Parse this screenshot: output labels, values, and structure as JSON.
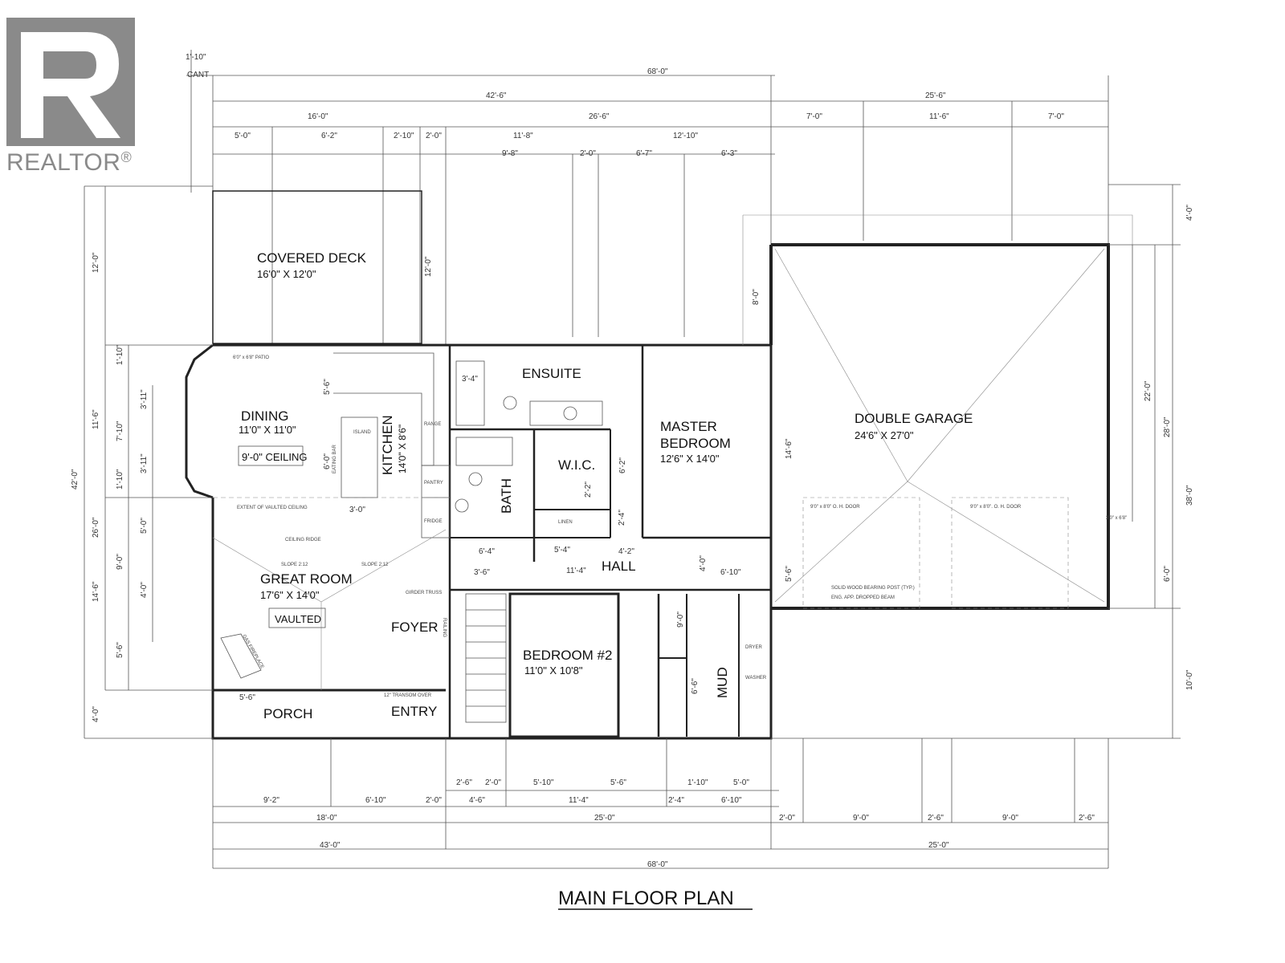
{
  "logo": {
    "word": "REALTOR",
    "mark": "®",
    "icon": "realtor-r-logo"
  },
  "title": "MAIN FLOOR PLAN",
  "rooms": {
    "covered_deck": {
      "name": "COVERED DECK",
      "size": "16'0\" X 12'0\""
    },
    "dining": {
      "name": "DINING",
      "size": "11'0\" X 11'0\"",
      "ceiling": "9'-0\" CEILING"
    },
    "kitchen": {
      "name": "KITCHEN",
      "size": "14'0\" X 8'6\""
    },
    "ensuite": {
      "name": "ENSUITE"
    },
    "master": {
      "name1": "MASTER",
      "name2": "BEDROOM",
      "size": "12'6\" X 14'0\""
    },
    "garage": {
      "name": "DOUBLE GARAGE",
      "size": "24'6\" X 27'0\""
    },
    "wic": {
      "name": "W.I.C."
    },
    "bath": {
      "name": "BATH"
    },
    "hall": {
      "name": "HALL"
    },
    "great": {
      "name": "GREAT ROOM",
      "size": "17'6\" X 14'0\"",
      "vaulted": "VAULTED"
    },
    "foyer": {
      "name": "FOYER"
    },
    "bedroom2": {
      "name": "BEDROOM #2",
      "size": "11'0\" X 10'8\""
    },
    "mud": {
      "name": "MUD"
    },
    "porch": {
      "name": "PORCH"
    },
    "entry": {
      "name": "ENTRY"
    }
  },
  "dims_top": {
    "cant": "1'-10\"",
    "cant_label": "CANT",
    "overall": "68'-0\"",
    "a1": "42'-6\"",
    "a2": "25'-6\"",
    "b1": "16'-0\"",
    "b2": "26'-6\"",
    "b3": "7'-0\"",
    "b4": "11'-6\"",
    "b5": "7'-0\"",
    "c1": "5'-0\"",
    "c2": "6'-2\"",
    "c3": "2'-10\"",
    "c4": "2'-0\"",
    "c5": "11'-8\"",
    "c6": "12'-10\"",
    "d1": "9'-8\"",
    "d2": "2'-0\"",
    "d3": "6'-7\"",
    "d4": "6'-3\""
  },
  "dims_bottom": {
    "r1a": "2'-6\"",
    "r1b": "2'-0\"",
    "r1c": "5'-10\"",
    "r1d": "5'-6\"",
    "r1e": "1'-10\"",
    "r1f": "5'-0\"",
    "r2a": "9'-2\"",
    "r2b": "6'-10\"",
    "r2c": "2'-0\"",
    "r2d": "4'-6\"",
    "r2e": "11'-4\"",
    "r2f": "2'-4\"",
    "r2g": "6'-10\"",
    "r3a": "18'-0\"",
    "r3b": "25'-0\"",
    "r3c": "2'-0\"",
    "r3d": "9'-0\"",
    "r3e": "2'-6\"",
    "r3f": "9'-0\"",
    "r3g": "2'-6\"",
    "r4a": "43'-0\"",
    "r4b": "25'-0\"",
    "overall": "68'-0\""
  },
  "dims_left": {
    "overall": "42'-0\"",
    "deck": "12'-0\"",
    "a1": "11'-6\"",
    "a2": "26'-0\"",
    "a3": "14'-6\"",
    "a4": "4'-0\"",
    "b1": "1'-10\"",
    "b2": "7'-10\"",
    "b3": "1'-10\"",
    "b4": "9'-0\"",
    "b5": "5'-6\"",
    "c1": "3'-11\"",
    "c2": "3'-11\"",
    "c3": "5'-0\"",
    "c4": "4'-0\""
  },
  "dims_right": {
    "r1": "4'-0\"",
    "r2": "22'-0\"",
    "r3": "28'-0\"",
    "r4": "38'-0\"",
    "r5": "6'-0\"",
    "r6": "10'-0\""
  },
  "dims_inner": {
    "deck_side": "12'-0\"",
    "garage_gap": "8'-0\"",
    "master_h": "14'-6\"",
    "garage_side": "5'-6\"",
    "kit_a": "5'-6\"",
    "kit_b": "6'-0\"",
    "din_w": "3'-0\"",
    "hall_a": "6'-4\"",
    "hall_b": "5'-4\"",
    "hall_c": "11'-4\"",
    "hall_d": "4'-2\"",
    "hall_e": "3'-6\"",
    "hall_f": "6'-10\"",
    "hall_g": "4'-0\"",
    "wic_a": "6'-2\"",
    "wic_b": "2'-2\"",
    "wic_c": "2'-4\"",
    "ens_a": "3'-4\"",
    "mud_a": "9'-0\"",
    "mud_b": "6'-6\"",
    "porch_a": "5'-6\""
  },
  "notes": {
    "patio": "6'0\" x 6'8\" PATIO",
    "door1": "9'0\" x 8'0\" O. H. DOOR",
    "door2": "9'0\" x 8'0\". O. H. DOOR",
    "transom": "12\" TRANSOM OVER",
    "pantry": "PANTRY",
    "fridge": "FRIDGE",
    "island": "ISLAND",
    "range": "RANGE",
    "linen": "LINEN",
    "dryer": "DRYER",
    "washer": "WASHER",
    "range_eating": "EATING BAR",
    "vault_ext": "EXTENT OF VAULTED CEILING",
    "ceiling_ridge": "CEILING RIDGE",
    "slope1": "SLOPE 2:12",
    "slope2": "SLOPE 2:12",
    "garage_door": "3'0\" x 6'8\"",
    "fireplace": "GAS FIREPLACE",
    "bearing": "SOLID WOOD BEARING POST (TYP.)",
    "eng_beam": "ENG. APP. DROPPED BEAM",
    "girder": "GIRDER TRUSS",
    "railing": "RAILING"
  },
  "colors": {
    "line": "#222222",
    "logo": "#8a8a8a",
    "paper": "#ffffff"
  }
}
